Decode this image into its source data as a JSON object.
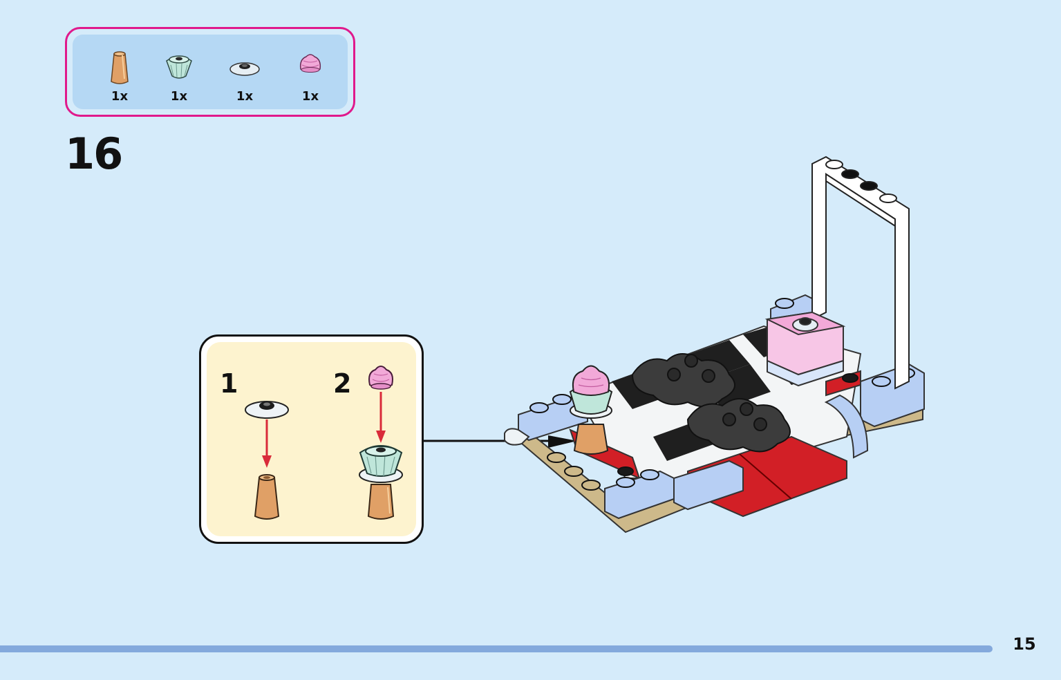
{
  "parts_list": {
    "items": [
      {
        "icon": "tan-cone-piece-icon",
        "color": "#e0a066",
        "qty": "1x"
      },
      {
        "icon": "mint-cupcake-wrapper-piece-icon",
        "color": "#bfe6da",
        "qty": "1x"
      },
      {
        "icon": "clear-round-plate-piece-icon",
        "color": "#e6eef3",
        "qty": "1x"
      },
      {
        "icon": "pink-icing-piece-icon",
        "color": "#f2a9d8",
        "qty": "1x"
      }
    ],
    "border_color": "#e0198c"
  },
  "step": {
    "number": "16"
  },
  "callout": {
    "substeps": [
      {
        "number": "1"
      },
      {
        "number": "2"
      }
    ],
    "background": "#fdf3cf"
  },
  "colors": {
    "page_background": "#d5ebfa",
    "assembly_arrow": "#d92b3a",
    "footer_bar": "#84a9dc"
  },
  "footer": {
    "page_number": "15"
  }
}
